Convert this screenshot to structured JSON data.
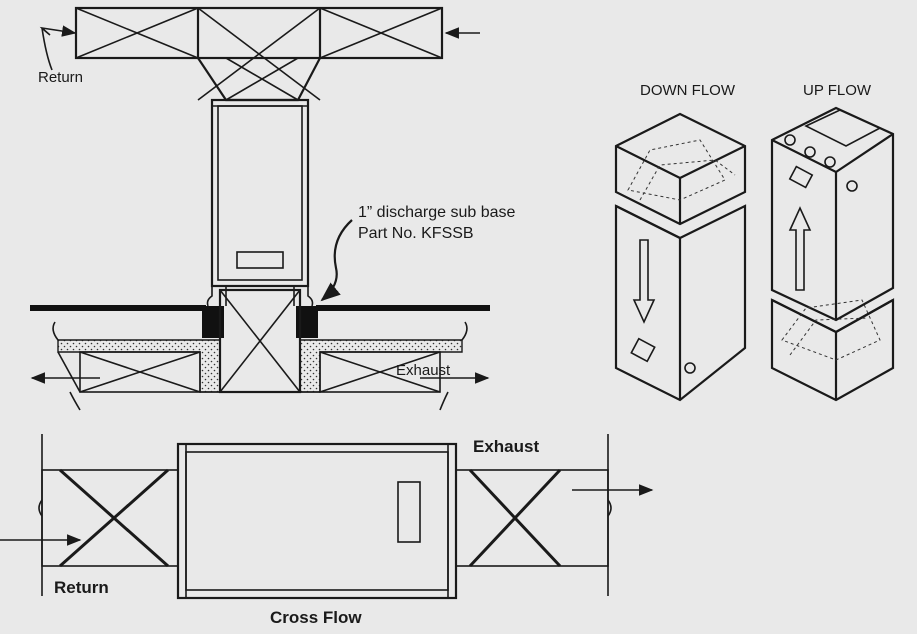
{
  "labels": {
    "return_top": "Return",
    "discharge_line1": "1” discharge sub base",
    "discharge_line2": "Part No.  KFSSB",
    "exhaust_mid": "Exhaust",
    "down_flow": "DOWN FLOW",
    "up_flow": "UP FLOW",
    "exhaust_bottom": "Exhaust",
    "return_bottom": "Return",
    "cross_flow": "Cross Flow"
  },
  "colors": {
    "background": "#e9e9e9",
    "stroke": "#1a1a1a",
    "fill_white": "#ffffff",
    "fill_black": "#111111"
  },
  "icons": {
    "arrow": "arrow-icon"
  }
}
